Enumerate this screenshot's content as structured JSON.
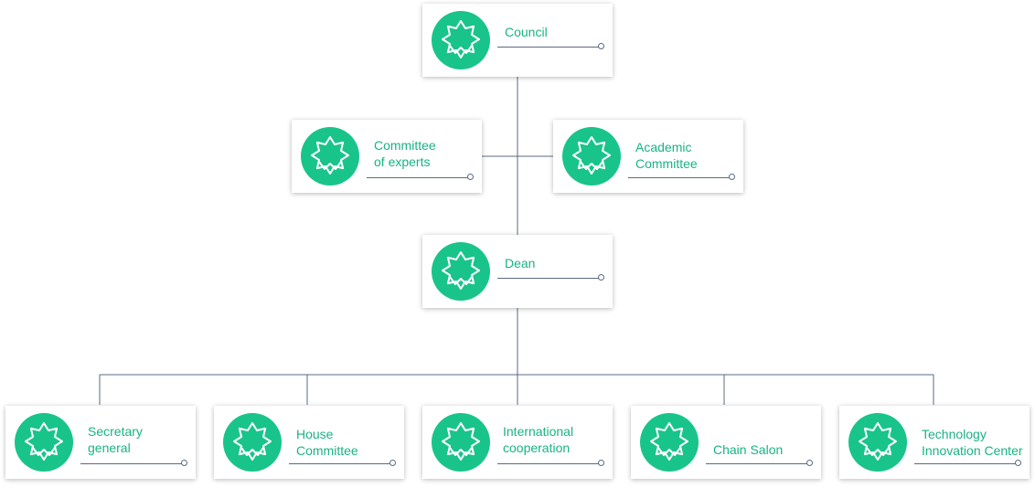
{
  "colors": {
    "accent": "#19c48a",
    "text": "#19b383",
    "line": "#5a6b82"
  },
  "icon": "eight-point-star-badge-icon",
  "nodes": {
    "council": {
      "lines": [
        "Council"
      ]
    },
    "experts": {
      "lines": [
        "Committee",
        "of experts"
      ]
    },
    "academic": {
      "lines": [
        "Academic",
        "Committee"
      ]
    },
    "dean": {
      "lines": [
        "Dean"
      ]
    },
    "secretary": {
      "lines": [
        "Secretary",
        "general"
      ]
    },
    "house": {
      "lines": [
        "House",
        "Committee"
      ]
    },
    "intl": {
      "lines": [
        "International",
        "cooperation"
      ]
    },
    "chain": {
      "lines": [
        "Chain Salon"
      ]
    },
    "tech": {
      "lines": [
        "Technology",
        "Innovation Center"
      ]
    }
  }
}
